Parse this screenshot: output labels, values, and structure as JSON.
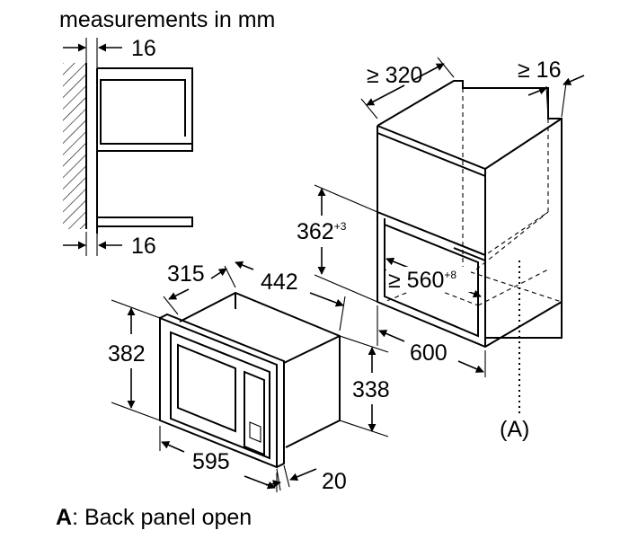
{
  "title": "measurements in mm",
  "dimensions": {
    "wall_gap_top": "16",
    "wall_gap_bottom": "16",
    "cabinet_depth": "≥ 320",
    "cabinet_side": "≥ 16",
    "niche_height": "362",
    "niche_height_tol": "+3",
    "niche_width": "≥ 560",
    "niche_width_tol": "+8",
    "cabinet_width": "600",
    "unit_depth": "315",
    "unit_body_width": "442",
    "unit_front_height": "382",
    "unit_body_height": "338",
    "unit_front_width": "595",
    "unit_frame_depth": "20"
  },
  "callout_label": "(A)",
  "callout_letter": "A",
  "legend": {
    "key": "A",
    "text": ": Back panel open"
  }
}
